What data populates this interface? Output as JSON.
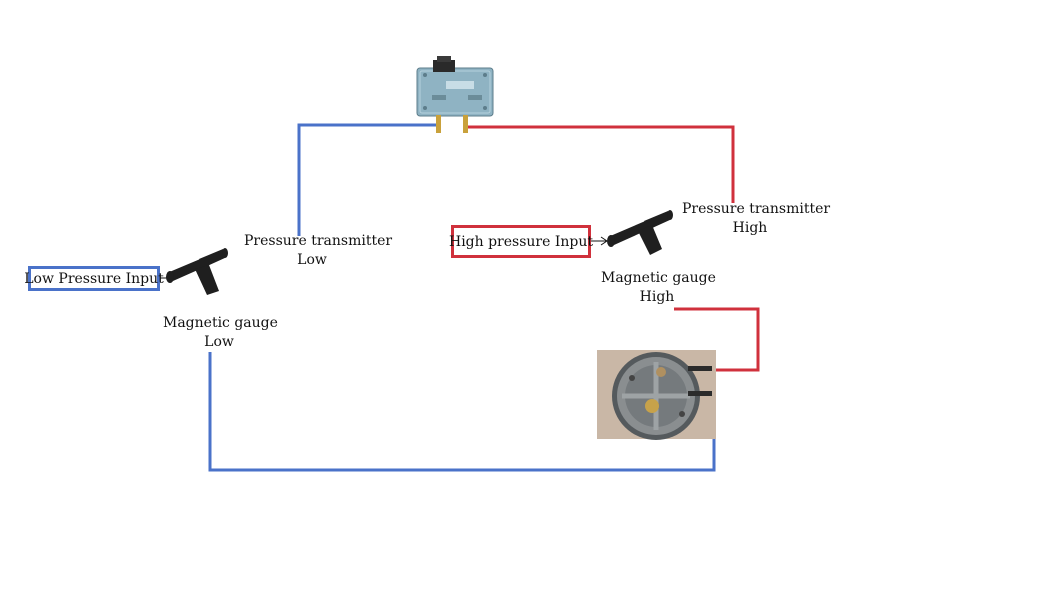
{
  "inputs": {
    "low": {
      "label": "Low Pressure Input"
    },
    "high": {
      "label": "High pressure Input"
    }
  },
  "labels": {
    "pt_low": {
      "line1": "Pressure transmitter",
      "line2": "Low"
    },
    "pt_high": {
      "line1": "Pressure transmitter",
      "line2": "High"
    },
    "mg_low": {
      "line1": "Magnetic gauge",
      "line2": "Low"
    },
    "mg_high": {
      "line1": "Magnetic gauge",
      "line2": "High"
    }
  },
  "colors": {
    "low_line": "#4a72c9",
    "high_line": "#d0313c",
    "tee_fitting": "#1f1f1f",
    "transmitter_body": "#8fb3c3",
    "gauge_body": "#8a8e90"
  },
  "icons": {
    "transmitter": "pressure-transmitter-icon",
    "tee_low": "tee-fitting-icon",
    "tee_high": "tee-fitting-icon",
    "gauge": "magnetic-gauge-icon"
  }
}
